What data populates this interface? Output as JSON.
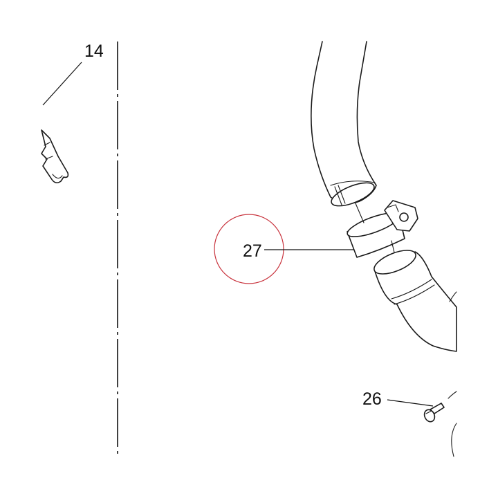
{
  "callouts": {
    "c14": "14",
    "c27": "27",
    "c26": "26"
  },
  "highlight": {
    "target": "27",
    "color": "#c8323c"
  },
  "colors": {
    "line": "#1a1a1a",
    "background": "#ffffff"
  }
}
